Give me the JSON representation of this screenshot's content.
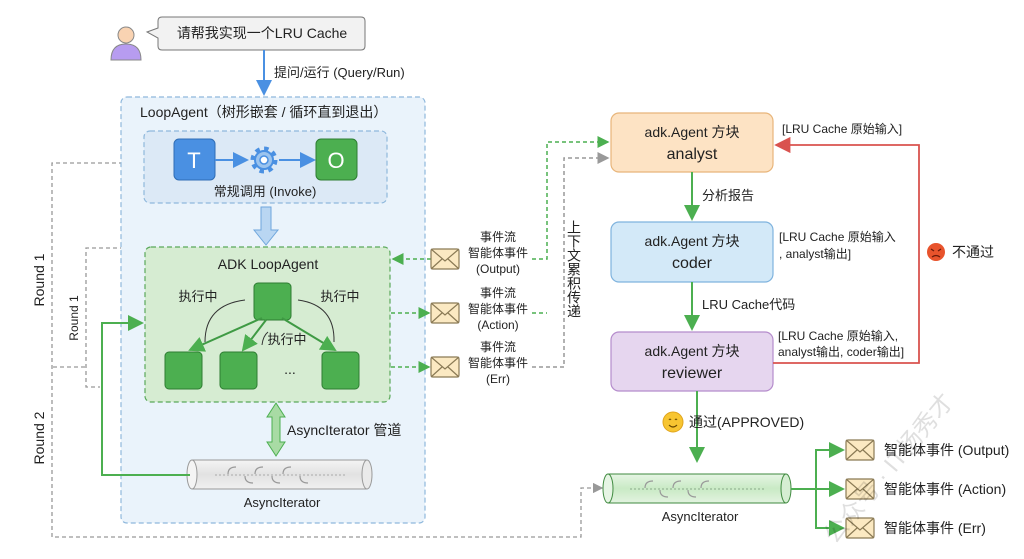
{
  "user": {
    "request": "请帮我实现一个LRU Cache",
    "query_label": "提问/运行 (Query/Run)"
  },
  "loop_agent": {
    "title": "LoopAgent（树形嵌套 / 循环直到退出）",
    "invoke": {
      "t_label": "T",
      "o_label": "O",
      "caption": "常规调用 (Invoke)"
    },
    "adk_title": "ADK LoopAgent",
    "running_labels": [
      "执行中",
      "执行中",
      "执行中"
    ],
    "ellipsis": "...",
    "pipe_label": "AsyncIterator 管道",
    "iterator_label": "AsyncIterator"
  },
  "rounds": {
    "round1_outer": "Round 1",
    "round1_inner": "Round 1",
    "round2": "Round 2"
  },
  "events": [
    {
      "line1": "事件流",
      "line2": "智能体事件",
      "line3": "(Output)"
    },
    {
      "line1": "事件流",
      "line2": "智能体事件",
      "line3": "(Action)"
    },
    {
      "line1": "事件流",
      "line2": "智能体事件",
      "line3": "(Err)"
    }
  ],
  "context_label": "上下文累积传递",
  "agents": [
    {
      "kind": "adk.Agent 方块",
      "name": "analyst",
      "color": "#fde3c4",
      "input": [
        "[LRU Cache 原始输入]"
      ]
    },
    {
      "kind": "adk.Agent 方块",
      "name": "coder",
      "color": "#d3e9f8",
      "input": [
        "[LRU Cache 原始输入",
        ", analyst输出]"
      ]
    },
    {
      "kind": "adk.Agent 方块",
      "name": "reviewer",
      "color": "#e6d6ef",
      "input": [
        "[LRU Cache 原始输入,",
        "analyst输出, coder输出]"
      ]
    }
  ],
  "flow": {
    "analyst_to_coder": "分析报告",
    "coder_to_reviewer": "LRU Cache代码",
    "rejected": "不通过",
    "approved": "通过(APPROVED)"
  },
  "output": {
    "iterator_label": "AsyncIterator",
    "events": [
      "智能体事件 (Output)",
      "智能体事件 (Action)",
      "智能体事件 (Err)"
    ]
  },
  "watermark": "公众号 · IT杨秀才",
  "colors": {
    "blue": "#4a90e2",
    "green": "#4caf50",
    "red": "#d9534f",
    "grey": "#888888"
  }
}
